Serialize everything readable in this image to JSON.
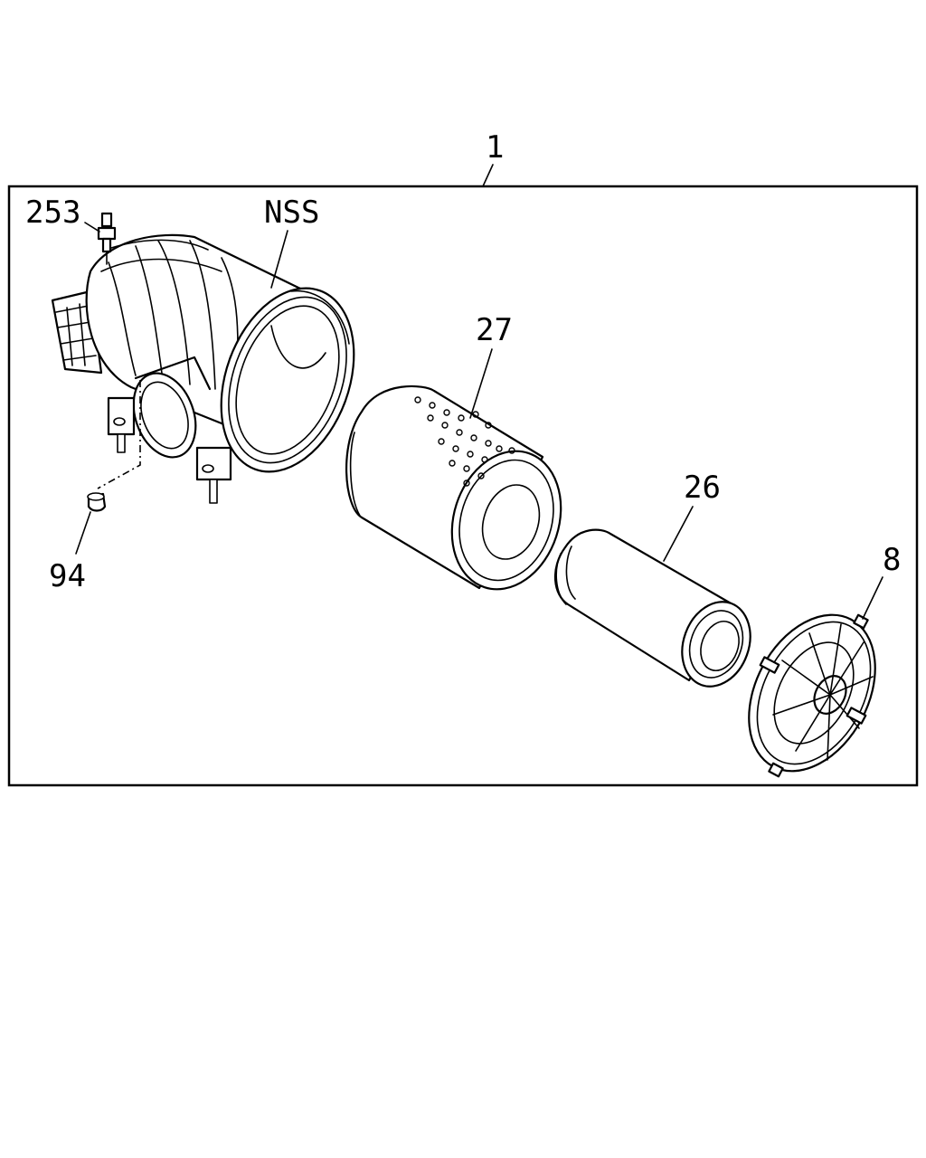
{
  "callouts": {
    "assembly": "1",
    "bolt": "253",
    "housing": "NSS",
    "outer_element": "27",
    "inner_element": "26",
    "cover": "8",
    "valve": "94"
  }
}
